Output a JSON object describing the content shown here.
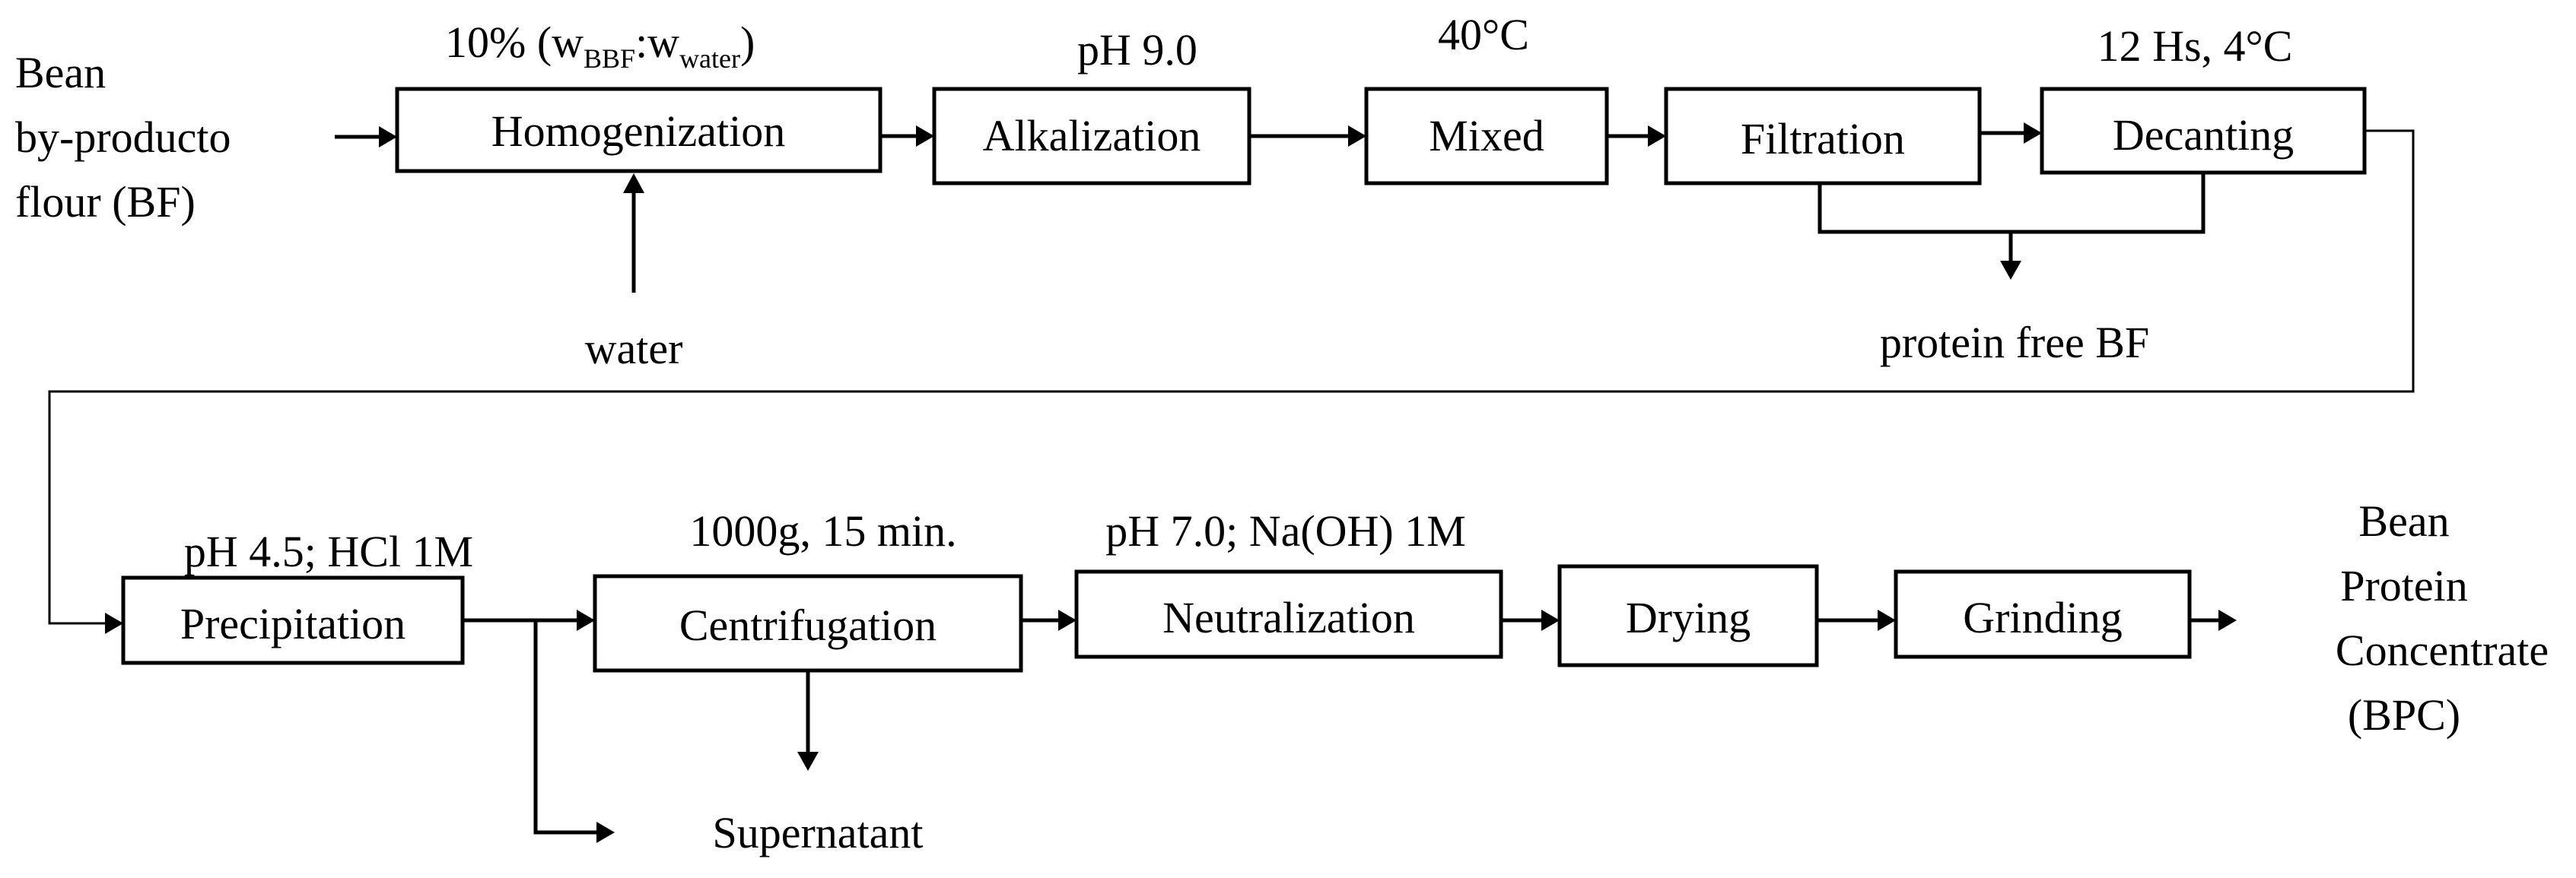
{
  "input": {
    "line1": "Bean",
    "line2": "by-producto",
    "line3": "flour (BF)"
  },
  "steps_row1": [
    {
      "label": "Homogenization"
    },
    {
      "label": "Alkalization"
    },
    {
      "label": "Mixed"
    },
    {
      "label": "Filtration"
    },
    {
      "label": "Decanting"
    }
  ],
  "conditions_row1": {
    "homogenization_prefix": "10% (w",
    "homogenization_sub1": "BBF",
    "homogenization_mid": ":w",
    "homogenization_sub2": "water",
    "homogenization_suffix": ")",
    "alkalization": "pH 9.0",
    "mixed": "40°C",
    "decanting": "12 Hs, 4°C"
  },
  "side_inputs": {
    "water": "water"
  },
  "side_outputs": {
    "protein_free": "protein free BF",
    "supernatant": "Supernatant"
  },
  "steps_row2": [
    {
      "label": "Precipitation"
    },
    {
      "label": "Centrifugation"
    },
    {
      "label": "Neutralization"
    },
    {
      "label": "Drying"
    },
    {
      "label": "Grinding"
    }
  ],
  "conditions_row2": {
    "precipitation": "pH 4.5; HCl 1M",
    "centrifugation": "1000g, 15 min.",
    "neutralization": "pH 7.0; Na(OH) 1M"
  },
  "output": {
    "line1": "Bean",
    "line2": "Protein",
    "line3": "Concentrate",
    "line4": "(BPC)"
  }
}
